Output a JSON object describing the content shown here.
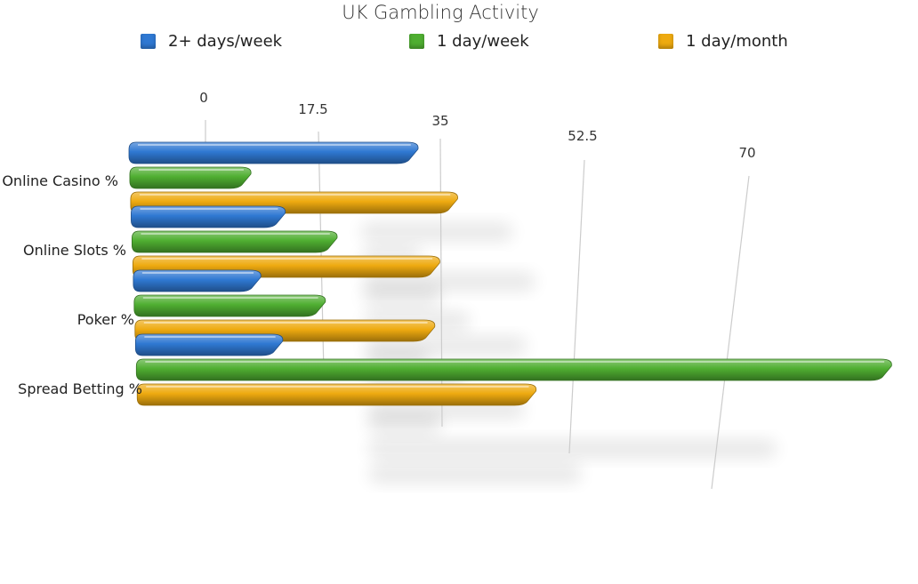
{
  "chart_data": {
    "type": "bar",
    "orientation": "horizontal",
    "title": "UK Gambling Activity",
    "categories": [
      "Online Casino %",
      "Online Slots %",
      "Poker %",
      "Spread Betting %"
    ],
    "series": [
      {
        "name": "2+ days/week",
        "color": "#2f78d2",
        "values": [
          34,
          16,
          12,
          13
        ]
      },
      {
        "name": "1 day/week",
        "color": "#4fae31",
        "values": [
          13,
          21,
          18,
          69
        ]
      },
      {
        "name": "1 day/month",
        "color": "#eeaa10",
        "values": [
          36,
          31,
          28,
          35
        ]
      }
    ],
    "x_ticks": [
      "0",
      "17.5",
      "35",
      "52.5",
      "70"
    ],
    "xlim": [
      0,
      70
    ],
    "legend_position": "top",
    "grid": true
  }
}
